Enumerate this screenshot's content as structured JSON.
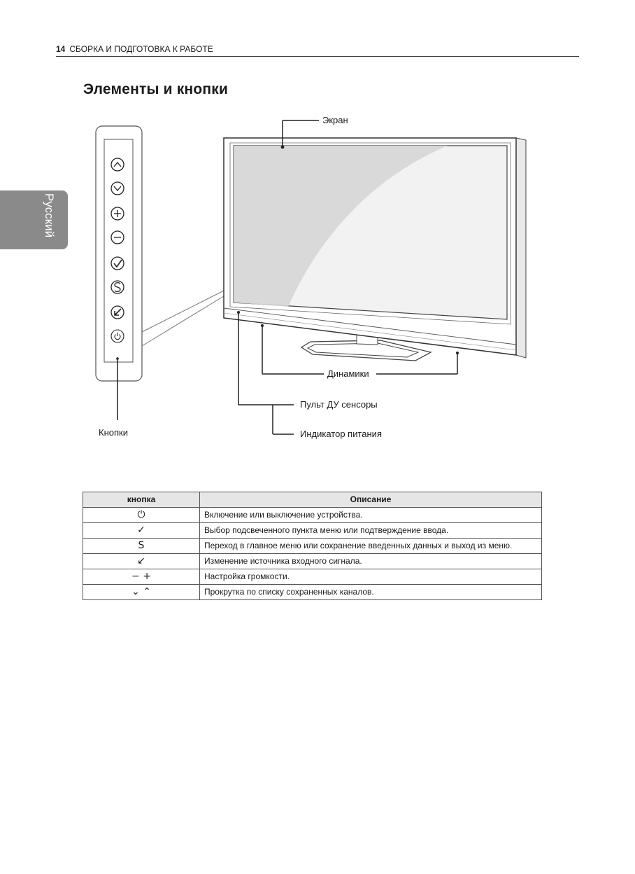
{
  "header": {
    "page_number": "14",
    "section_title": "СБОРКА И ПОДГОТОВКА К РАБОТЕ"
  },
  "side_tab": {
    "language": "Русский"
  },
  "page_title": "Элементы и кнопки",
  "diagram": {
    "labels": {
      "screen": "Экран",
      "speakers": "Динамики",
      "remote_sensor": "Пульт ДУ сенсоры",
      "power_indicator": "Индикатор питания",
      "buttons": "Кнопки"
    },
    "panel_glyphs": [
      "⌃",
      "⌄",
      "+",
      "−",
      "✓",
      "S",
      "↙",
      "⏻"
    ]
  },
  "table": {
    "headers": [
      "кнопка",
      "Описание"
    ],
    "rows": [
      {
        "icon": "power-icon",
        "glyph": "⏻",
        "description": "Включение или выключение устройства."
      },
      {
        "icon": "check-icon",
        "glyph": "✓",
        "description": "Выбор подсвеченного пункта меню или подтверждение ввода."
      },
      {
        "icon": "settings-s-icon",
        "glyph": "S",
        "description": "Переход в главное меню или сохранение введенных данных и выход из меню."
      },
      {
        "icon": "input-arrow-icon",
        "glyph": "↙",
        "description": "Изменение источника входного сигнала."
      },
      {
        "icon": "volume-minus-plus-icon",
        "glyph": "− +",
        "description": "Настройка громкости."
      },
      {
        "icon": "channel-down-up-icon",
        "glyph": "⌄ ⌃",
        "description": "Прокрутка по списку сохраненных каналов."
      }
    ]
  }
}
